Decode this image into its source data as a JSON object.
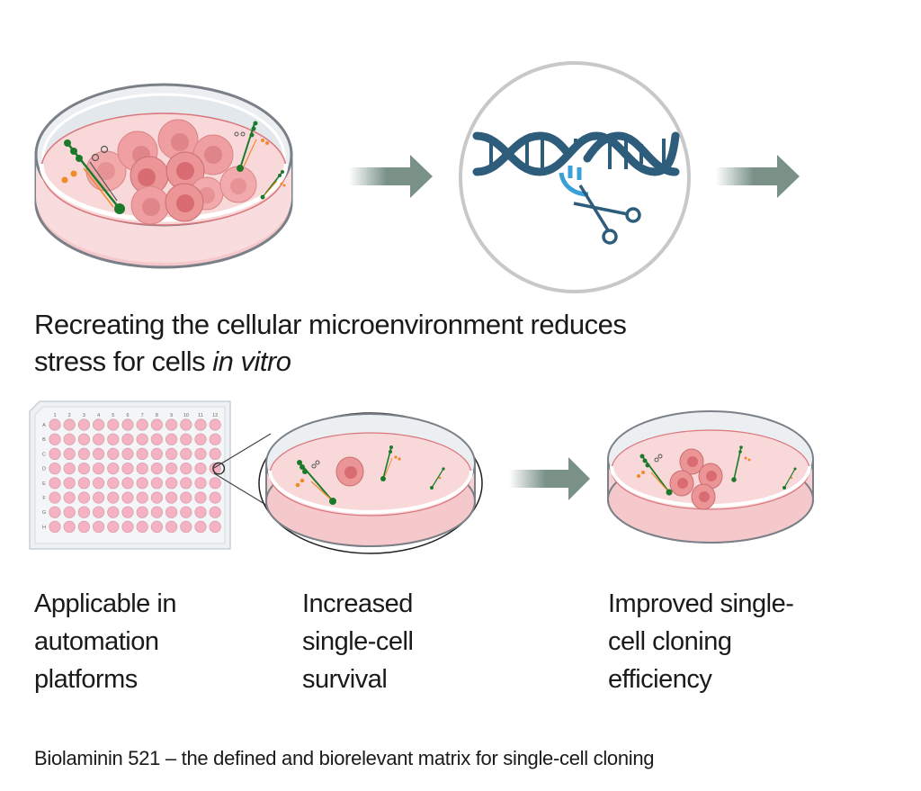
{
  "top_row": {
    "caption_line1": "Recreating the cellular microenvironment reduces",
    "caption_line2_prefix": "stress for cells ",
    "caption_line2_italic": "in vitro"
  },
  "plate": {
    "columns": [
      "1",
      "2",
      "3",
      "4",
      "5",
      "6",
      "7",
      "8",
      "9",
      "10",
      "11",
      "12"
    ],
    "rows": [
      "A",
      "B",
      "C",
      "D",
      "E",
      "F",
      "G",
      "H"
    ],
    "highlighted_well": "D12"
  },
  "steps": [
    {
      "line1": "Applicable in",
      "line2": "automation",
      "line3": "platforms"
    },
    {
      "line1": "Increased",
      "line2": "single-cell",
      "line3": "survival"
    },
    {
      "line1": "Improved single-",
      "line2": "cell cloning",
      "line3": "efficiency"
    }
  ],
  "footer": {
    "text": "Biolaminin 521 – the defined and biorelevant matrix for single-cell cloning"
  },
  "colors": {
    "dish_rim": "#7b8088",
    "medium": "#f8d7d8",
    "medium_edge": "#d9767c",
    "cell": "#ec9a9c",
    "nucleus": "#d86c72",
    "arrow": "#7a9188",
    "dna": "#2e5d7c",
    "guide_rna": "#3aa0d8",
    "laminin_green": "#1b7a2a",
    "laminin_orange": "#f08a2a",
    "well": "#f4b2c3"
  }
}
